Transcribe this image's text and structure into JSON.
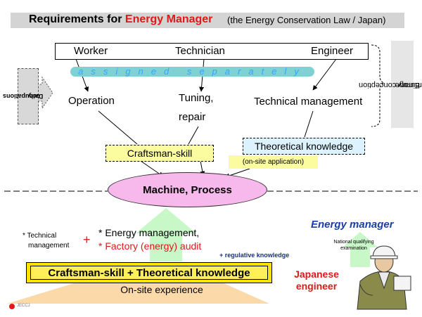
{
  "title": {
    "prefix": "Requirements for ",
    "highlight": "Energy Manager",
    "subtitle": "(the Energy Conservation Law / Japan)"
  },
  "roles": [
    "Worker",
    "Technician",
    "Engineer"
  ],
  "assigned_text": "assigned separately",
  "tasks": {
    "operation": "Operation",
    "tuning_line1": "Tuning,",
    "tuning_line2": "repair",
    "technical": "Technical management"
  },
  "daily_line1": "Daily",
  "daily_line2": "occupations",
  "europe_line1": "Ordinary conception",
  "europe_line2": "in Europe",
  "craftsman_skill": "Craftsman-skill",
  "theoretical_knowledge": "Theoretical knowledge",
  "onsite_application": "(on-site application)",
  "machine": "Machine,  Process",
  "tech_mgmt_line1": "* Technical",
  "tech_mgmt_line2": "management",
  "plus": "+",
  "energy_mgmt": "* Energy management,",
  "factory_audit": "* Factory (energy) audit",
  "energy_manager": "Energy manager",
  "regulative": "+ regulative knowledge",
  "national_line1": "National qualifying",
  "national_line2": "examination",
  "japanese_line1": "Japanese",
  "japanese_line2": "engineer",
  "bottom_box": "Craftsman-skill  +  Theoretical knowledge",
  "onsite_experience": "On-site experience",
  "logo_text": "JECCJ",
  "colors": {
    "highlight": "#e01818",
    "energy_manager": "#1a3fa8",
    "audit": "#e01818",
    "machine_fill": "#f7b8ec",
    "arrow_green": "#c8f7c8"
  }
}
